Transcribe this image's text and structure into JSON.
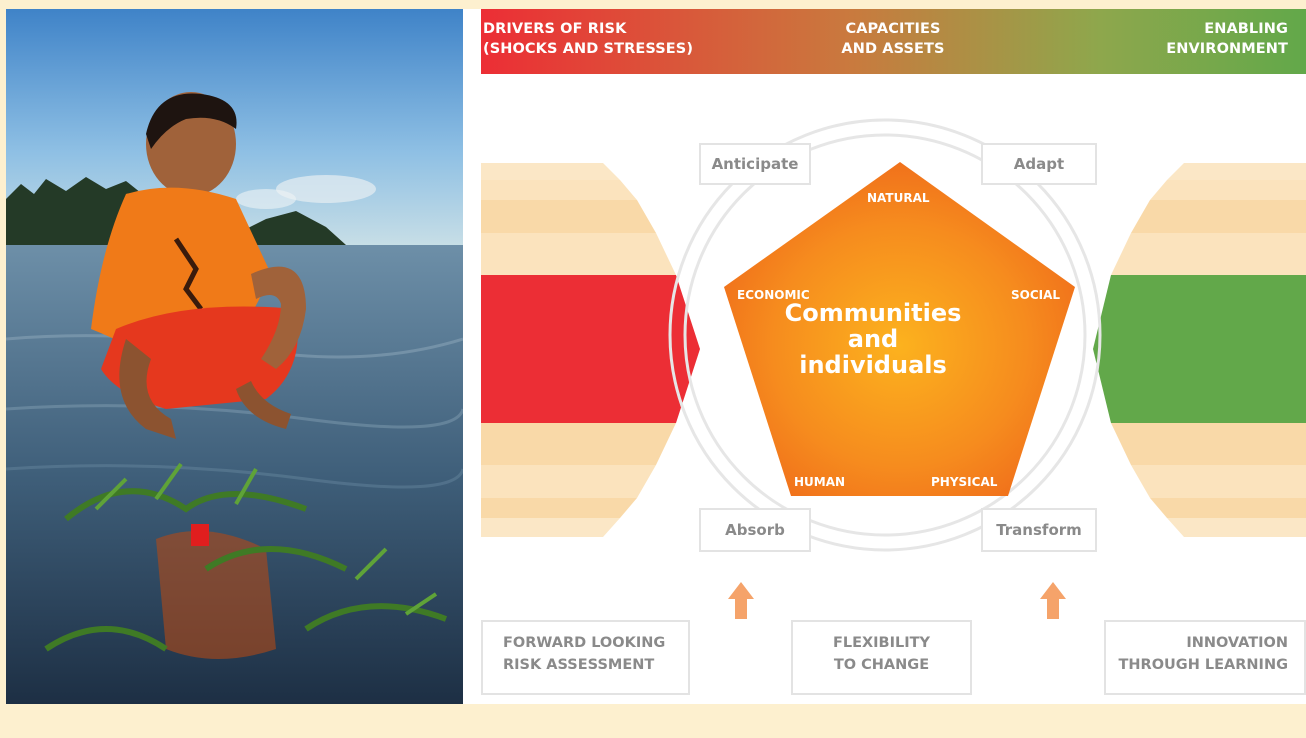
{
  "header": {
    "left": "DRIVERS OF RISK\n(SHOCKS AND STRESSES)",
    "middle": "CAPACITIES\nAND ASSETS",
    "right": "ENABLING\nENVIRONMENT"
  },
  "capacities": {
    "anticipate": "Anticipate",
    "adapt": "Adapt",
    "absorb": "Absorb",
    "transform": "Transform"
  },
  "assets": {
    "natural": "NATURAL",
    "economic": "ECONOMIC",
    "social": "SOCIAL",
    "human": "HUMAN",
    "physical": "PHYSICAL"
  },
  "center": "Communities\nand\nindividuals",
  "principles": {
    "left": "FORWARD LOOKING\nRISK ASSESSMENT",
    "middle": "FLEXIBILITY\nTO CHANGE",
    "right": "INNOVATION\nTHROUGH LEARNING"
  },
  "colors": {
    "risk": "#ec2e35",
    "environment": "#62a84a",
    "asset": "#f48a1f",
    "background": "#fdf0cf"
  }
}
